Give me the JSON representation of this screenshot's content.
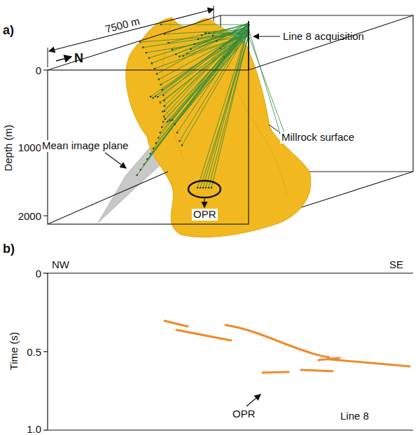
{
  "diagram": {
    "labels": [
      "a)",
      "7500 m",
      "N",
      "Line 8 acquisition",
      "0",
      "Depth (m)",
      "1000",
      "2000",
      "Mean image plane",
      "Millrock surface",
      "OPR",
      "b)",
      "NW",
      "SE",
      "0",
      "0.5",
      "1.0",
      "Time (s)",
      "OPR",
      "Line 8"
    ]
  }
}
